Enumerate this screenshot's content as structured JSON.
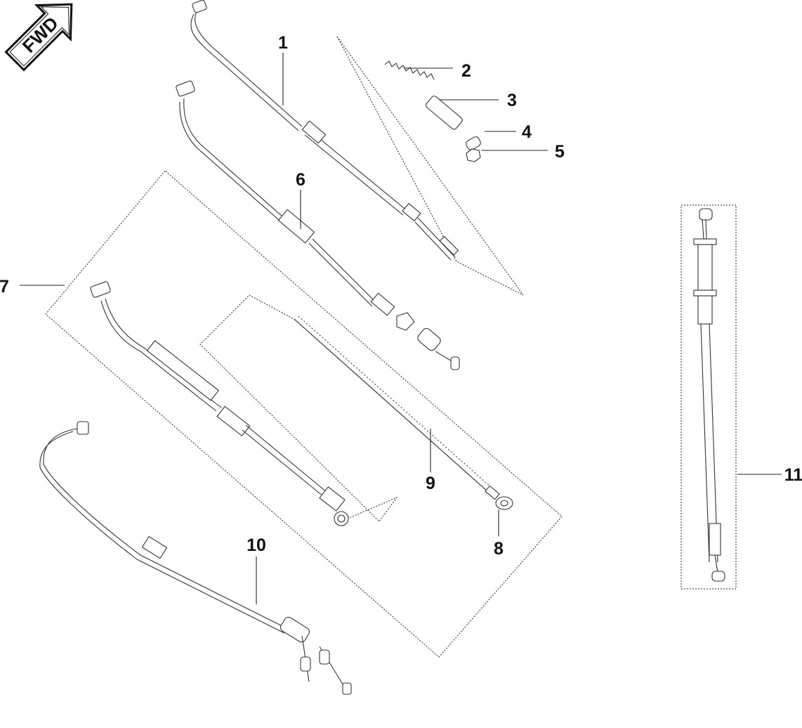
{
  "logo": {
    "text": "FWD",
    "icon": "forward-arrow-icon"
  },
  "callouts": [
    {
      "id": "1",
      "label": "1"
    },
    {
      "id": "2",
      "label": "2"
    },
    {
      "id": "3",
      "label": "3"
    },
    {
      "id": "4",
      "label": "4"
    },
    {
      "id": "5",
      "label": "5"
    },
    {
      "id": "6",
      "label": "6"
    },
    {
      "id": "7",
      "label": "7"
    },
    {
      "id": "8",
      "label": "8"
    },
    {
      "id": "9",
      "label": "9"
    },
    {
      "id": "10",
      "label": "10"
    },
    {
      "id": "11",
      "label": "11"
    }
  ]
}
